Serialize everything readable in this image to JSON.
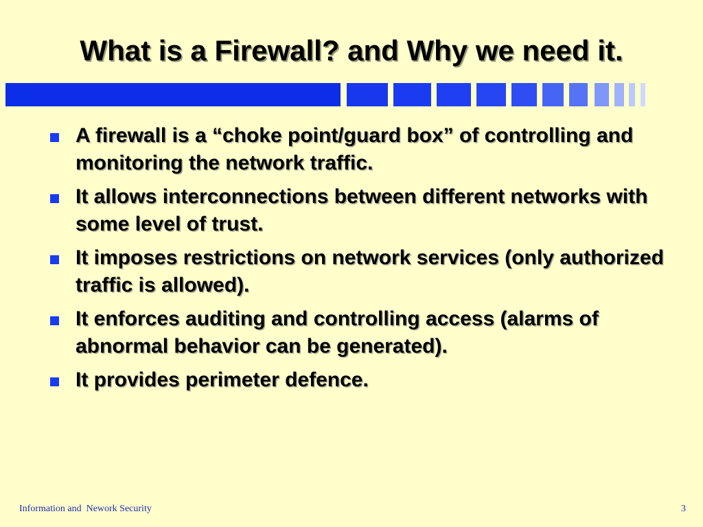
{
  "slide": {
    "title": "What is a Firewall? and Why we need it.",
    "bullets": [
      {
        "text": "A firewall is a “choke point/guard box” of controlling and monitoring the network traffic."
      },
      {
        "text": "It allows interconnections between different networks with some level of trust."
      },
      {
        "text": "It imposes restrictions on network services (only authorized traffic is allowed)."
      },
      {
        "text": "It enforces auditing and controlling access (alarms of abnormal behavior can be generated)."
      },
      {
        "text": "It provides perimeter defence."
      }
    ],
    "footer": {
      "text": "Information and  Nework Security",
      "page_number": "3"
    }
  },
  "colors": {
    "background": "#ffffcc",
    "accent": "#1a3cf0",
    "footer": "#1f2bb8"
  }
}
